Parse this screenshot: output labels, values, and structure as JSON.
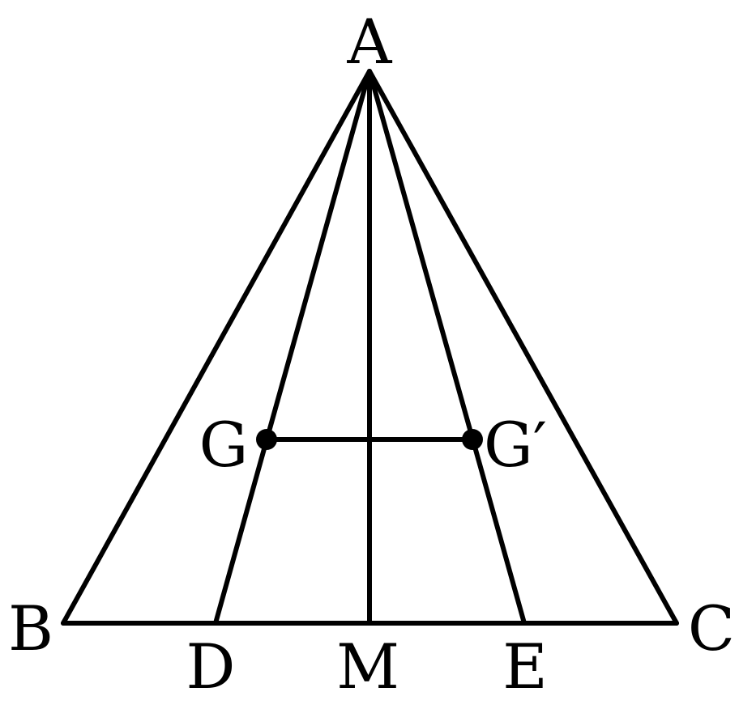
{
  "figure": {
    "vertices": {
      "A": "A",
      "B": "B",
      "C": "C",
      "D": "D",
      "M": "M",
      "E": "E",
      "G": "G",
      "G_prime": "G′"
    },
    "segments": [
      "AB",
      "AC",
      "BC",
      "AD",
      "AM",
      "AE",
      "GG′"
    ],
    "marked_points": [
      "G",
      "G′"
    ],
    "colors": {
      "line": "#000000",
      "background": "#ffffff"
    }
  }
}
